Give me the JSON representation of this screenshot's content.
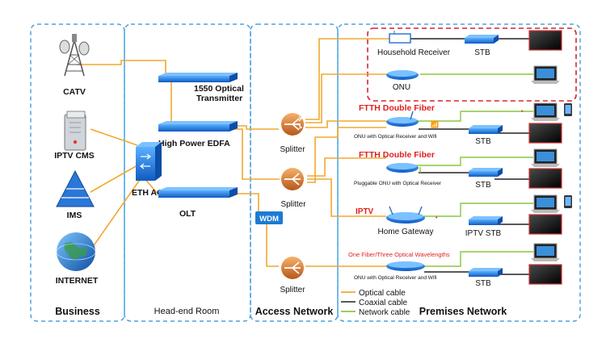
{
  "sections": {
    "business": "Business",
    "headend": "Head-end Room",
    "access": "Access Network",
    "premises": "Premises Network"
  },
  "sources": {
    "catv": "CATV",
    "iptv_cms": "IPTV CMS",
    "ims": "IMS",
    "internet": "INTERNET"
  },
  "headend": {
    "tx_line1": "1550  Optical",
    "tx_line2": "Transmitter",
    "edfa": "High Power EDFA",
    "eth_agg": "ETH AGG",
    "olt": "OLT"
  },
  "access": {
    "splitter": "Splitter",
    "wdm": "WDM"
  },
  "premises": {
    "household_receiver": "Household Receiver",
    "stb": "STB",
    "onu": "ONU",
    "ftth_double_fiber": "FTTH Double Fiber",
    "onu_optical_wifi": "ONU with Optical Receiver and Wifi",
    "pluggable_onu": "Pluggable ONU with Optical Receiver",
    "iptv": "IPTV",
    "home_gateway": "Home Gateway",
    "iptv_stb": "IPTV STB",
    "one_fiber": "One Fiber/Three Optical Wavelengths"
  },
  "legend": {
    "optical": "Optical cable",
    "coaxial": "Coaxial cable",
    "network": "Network cable"
  },
  "colors": {
    "optical": "#f0a830",
    "coaxial": "#222222",
    "network": "#8cc63f",
    "panel_border": "#4aa3df",
    "red_box": "#d9232d",
    "red_text": "#e02020",
    "device_blue": "#1e6fd0"
  }
}
